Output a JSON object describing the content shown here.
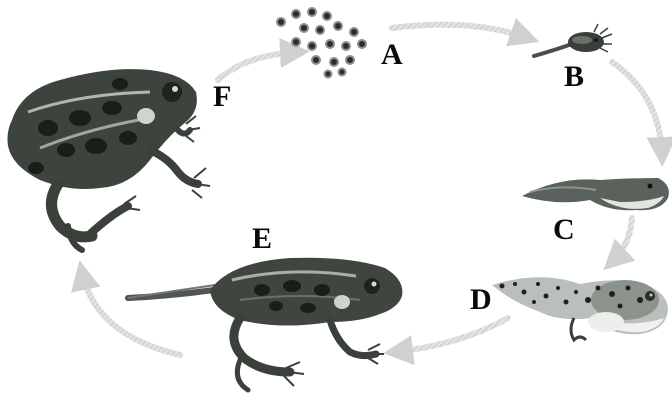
{
  "labels": {
    "a": "A",
    "b": "B",
    "c": "C",
    "d": "D",
    "e": "E",
    "f": "F"
  },
  "stages": [
    {
      "key": "a",
      "icon": "frog-eggs-icon"
    },
    {
      "key": "b",
      "icon": "hatchling-tadpole-icon"
    },
    {
      "key": "c",
      "icon": "tadpole-icon"
    },
    {
      "key": "d",
      "icon": "tadpole-with-legs-icon"
    },
    {
      "key": "e",
      "icon": "froglet-with-tail-icon"
    },
    {
      "key": "f",
      "icon": "adult-frog-icon"
    }
  ],
  "colors": {
    "arrow": "#d4d4d4",
    "frog_dark": "#2a2f2a",
    "frog_mid": "#55605a",
    "frog_light": "#9aa39c",
    "spot": "#1a1d1a",
    "belly": "#e8e8e6"
  }
}
